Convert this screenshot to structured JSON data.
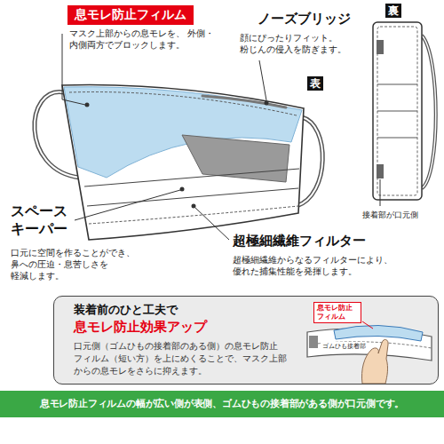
{
  "diagram": {
    "nodes": [
      {
        "text": [
          "息モレ防止フィルム"
        ]
      },
      {
        "text": [
          "表"
        ]
      },
      {
        "text": [
          "裏"
        ]
      },
      {
        "text": [
          "装着前のひと工夫で",
          "息モレ防止効果アップ",
          "口元側（ゴムひもの接着部のある側）の息モレ防止 フィルム（短い方）を上にめくることで、マスク上部 からの息モレをさらに抑えます。"
        ]
      },
      {
        "text": [
          "息モレ防止 フィルム"
        ],
        "in": 3
      },
      {
        "text": [
          "息モレ防止フィルムの幅が広い側が表側、ゴムひもの接着部がある側が口元側です。"
        ]
      }
    ],
    "labels": [
      "ノーズブリッジ",
      "顔にぴったりフィット。 粉じんの侵入を防ぎます。",
      "マスク上部からの息モレを、 外側・内側両方でブロックします。",
      "スペース キーパー",
      "口元に空間を作ることができ、 鼻への圧迫・息苦しさを 軽減します。",
      "超極細繊維フィルター",
      "超極細繊維からなるフィルターにより、 優れた捕集性能を発揮します。",
      "接着部が口元側",
      "ゴムひも接着部"
    ]
  }
}
